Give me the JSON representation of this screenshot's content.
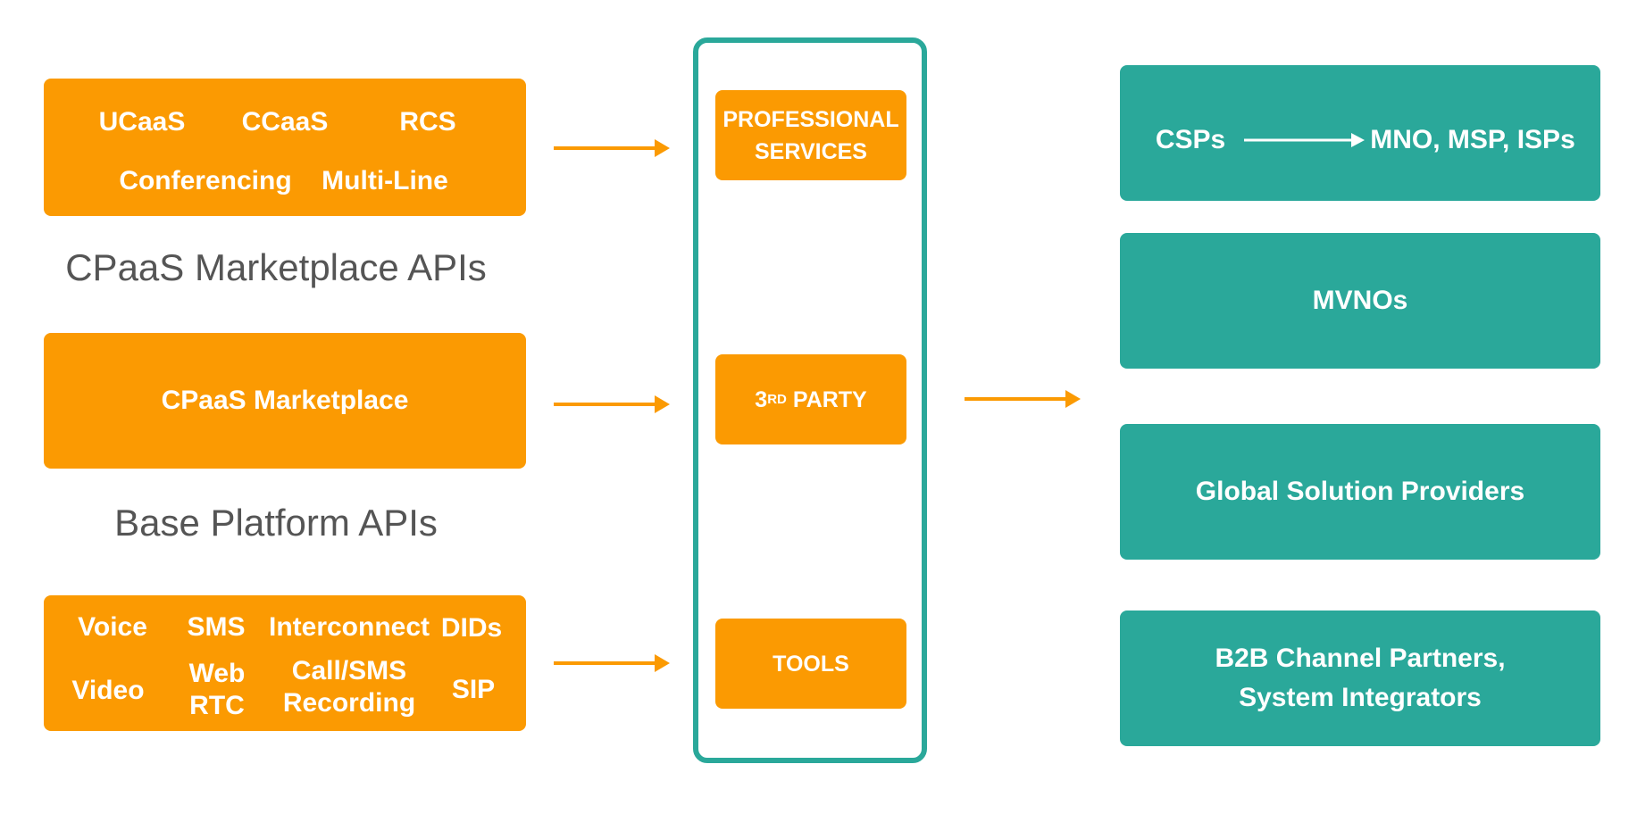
{
  "left": {
    "top_group": {
      "items": [
        "UCaaS",
        "CCaaS",
        "RCS",
        "Conferencing",
        "Multi-Line"
      ]
    },
    "label_cpaas_apis": "CPaaS Marketplace APIs",
    "middle_group": {
      "label": "CPaaS Marketplace"
    },
    "label_base_apis": "Base Platform APIs",
    "bottom_group": {
      "items": [
        "Voice",
        "SMS",
        "Interconnect",
        "DIDs",
        "Video",
        "Web\nRTC",
        "Call/SMS\nRecording",
        "SIP"
      ]
    }
  },
  "middle": {
    "professional_services": "PROFESSIONAL\nSERVICES",
    "third_party_prefix": "3",
    "third_party_sup": "RD",
    "third_party_suffix": " PARTY",
    "tools": "TOOLS"
  },
  "right": {
    "csps": "CSPs",
    "csps_target": "MNO, MSP, ISPs",
    "mvnos": "MVNOs",
    "global": "Global Solution Providers",
    "b2b": "B2B Channel Partners,\nSystem Integrators"
  },
  "colors": {
    "orange": "#fb9a02",
    "teal": "#2aa89a",
    "label_gray": "#555555"
  }
}
